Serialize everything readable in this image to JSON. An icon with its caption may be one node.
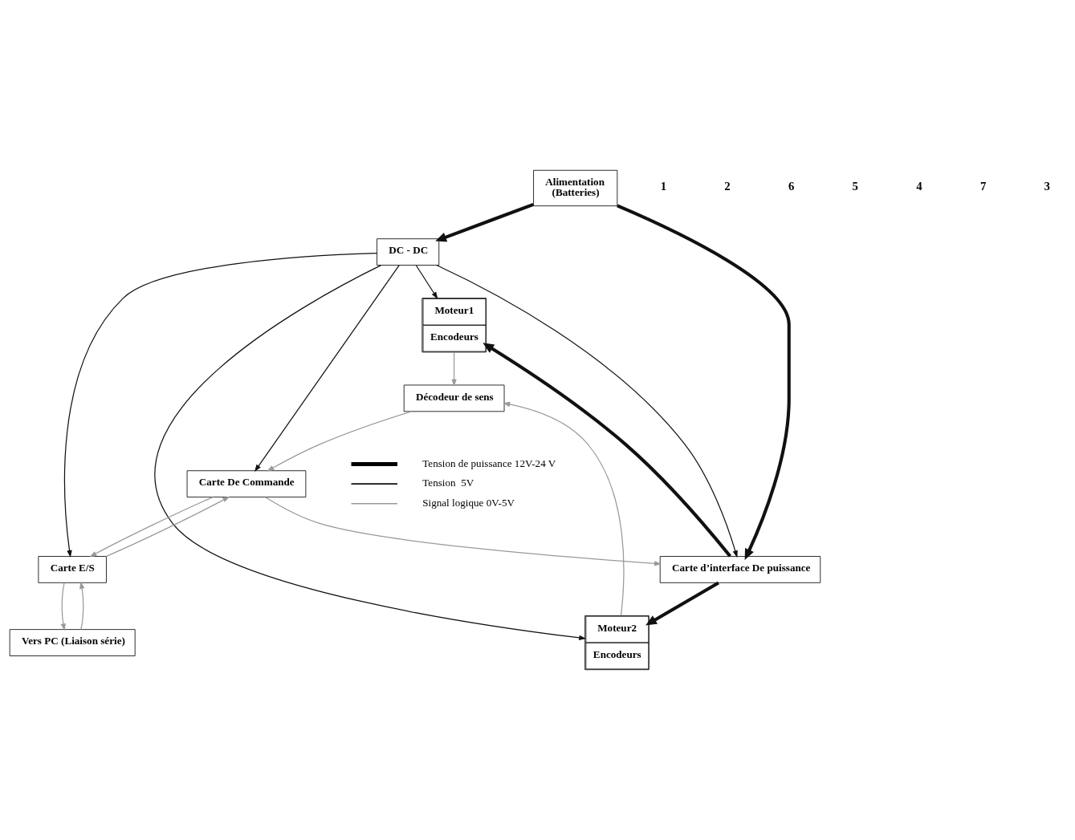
{
  "diagram": {
    "nodes": [
      {
        "text": [
          "Alimentation",
          "(Batteries)"
        ]
      },
      {
        "text": [
          "DC - DC"
        ]
      },
      {
        "text": [
          "Moteur1",
          "Encodeurs"
        ]
      },
      {
        "text": [
          "Carte E/S"
        ]
      },
      {
        "text": [
          "Carte De Commande"
        ]
      },
      {
        "text": [
          "Carte d’interface De puissance"
        ]
      },
      {
        "text": [
          "Moteur2",
          "Encodeurs"
        ]
      },
      {
        "text": [
          "Vers PC (Liaison série)"
        ]
      },
      {
        "text": [
          "Décodeur de sens"
        ]
      }
    ],
    "edges": [
      {
        "from": 0,
        "to": 1,
        "arrow": "to",
        "style": "thick"
      },
      {
        "from": 0,
        "to": 5,
        "arrow": "to",
        "style": "thick"
      },
      {
        "from": 1,
        "to": 3,
        "arrow": "to"
      },
      {
        "from": 1,
        "to": 4,
        "arrow": "to"
      },
      {
        "from": 1,
        "to": 5,
        "arrow": "to"
      },
      {
        "from": 1,
        "to": 2,
        "arrow": "to"
      },
      {
        "from": 1,
        "to": 6,
        "arrow": "to"
      },
      {
        "from": 3,
        "to": 4,
        "arrow": "to",
        "color": "#999999"
      },
      {
        "from": 4,
        "to": 3,
        "arrow": "to",
        "color": "#999999"
      },
      {
        "from": 4,
        "to": 5,
        "arrow": "to",
        "color": "#999999"
      },
      {
        "from": 5,
        "to": 2,
        "arrow": "to",
        "style": "thick"
      },
      {
        "from": 5,
        "to": 6,
        "arrow": "to",
        "style": "thick"
      },
      {
        "from": 7,
        "to": 3,
        "arrow": "to",
        "color": "#999999"
      },
      {
        "from": 3,
        "to": 7,
        "arrow": "to",
        "color": "#999999"
      },
      {
        "from": 6,
        "to": 8,
        "arrow": "to",
        "color": "#999999"
      },
      {
        "from": 2,
        "to": 8,
        "arrow": "to",
        "color": "#999999"
      },
      {
        "from": 8,
        "to": 4,
        "arrow": "to",
        "color": "#999999"
      }
    ],
    "labels": [
      "1",
      "2",
      "6",
      "5",
      "4",
      "7",
      "3"
    ],
    "legend": [
      {
        "text": "Tension de puissance 12V-24 V"
      },
      {
        "text": "Tension  5V"
      },
      {
        "text": "Signal logique 0V-5V"
      }
    ]
  }
}
